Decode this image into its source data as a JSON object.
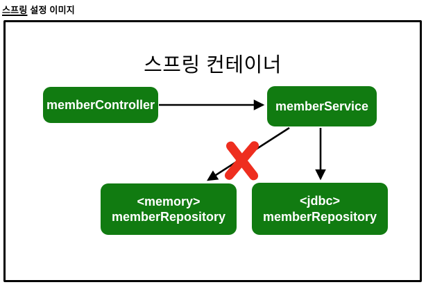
{
  "page_title": {
    "underlined": "스프링",
    "rest": " 설정 이미지"
  },
  "container": {
    "title": "스프링 컨테이너"
  },
  "nodes": {
    "controller": {
      "label": "memberController"
    },
    "service": {
      "label": "memberService"
    },
    "memory_repo": {
      "line1": "<memory>",
      "line2": "memberRepository"
    },
    "jdbc_repo": {
      "line1": "<jdbc>",
      "line2": "memberRepository"
    }
  },
  "colors": {
    "node_green": "#117b11",
    "node_text": "#ffffff",
    "arrow_black": "#000000",
    "border_black": "#000000",
    "x_red": "#ee2e1f"
  }
}
